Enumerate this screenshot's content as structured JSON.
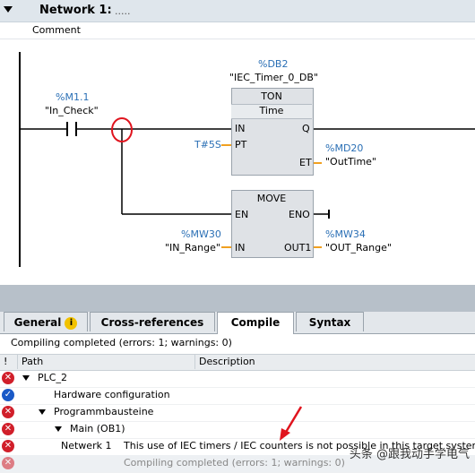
{
  "network": {
    "title": "Network 1:",
    "dots": ".....",
    "comment": "Comment"
  },
  "contact": {
    "address": "%M1.1",
    "name": "\"In_Check\""
  },
  "timer_block": {
    "db_address": "%DB2",
    "db_name": "\"IEC_Timer_0_DB\"",
    "type": "TON",
    "subtype": "Time",
    "pin_in": "IN",
    "pin_q": "Q",
    "pin_pt": "PT",
    "pin_et": "ET",
    "pt_value": "T#5S",
    "et_address": "%MD20",
    "et_name": "\"OutTime\""
  },
  "move_block": {
    "type": "MOVE",
    "pin_en": "EN",
    "pin_eno": "ENO",
    "pin_in": "IN",
    "pin_out1": "OUT1",
    "in_address": "%MW30",
    "in_name": "\"IN_Range\"",
    "out_address": "%MW34",
    "out_name": "\"OUT_Range\""
  },
  "inspector": {
    "tabs": [
      {
        "label": "General",
        "active": false
      },
      {
        "label": "Cross-references",
        "active": false
      },
      {
        "label": "Compile",
        "active": true
      },
      {
        "label": "Syntax",
        "active": false
      }
    ],
    "info_icon": "i",
    "status": "Compiling completed (errors: 1; warnings: 0)",
    "columns": {
      "flag": "!",
      "path": "Path",
      "description": "Description"
    },
    "rows": [
      {
        "status": "error",
        "path": "PLC_2",
        "description": ""
      },
      {
        "status": "ok",
        "path": "Hardware configuration",
        "description": ""
      },
      {
        "status": "error",
        "path": "Programmbausteine",
        "description": ""
      },
      {
        "status": "error",
        "path": "Main (OB1)",
        "description": ""
      },
      {
        "status": "error",
        "path": "Netwerk 1",
        "description": "This use of IEC timers / IEC counters is not possible in this target system."
      },
      {
        "status": "error",
        "path": "",
        "description": "Compiling completed (errors: 1; warnings: 0)"
      }
    ],
    "error_glyph": "✕",
    "ok_glyph": "✓"
  },
  "watermark": "头条 @跟我动手学电气",
  "colors": {
    "address_blue": "#2a6fb5",
    "annotation_red": "#e0141e",
    "error_red": "#d11f2a",
    "ok_blue": "#1a59c7"
  }
}
